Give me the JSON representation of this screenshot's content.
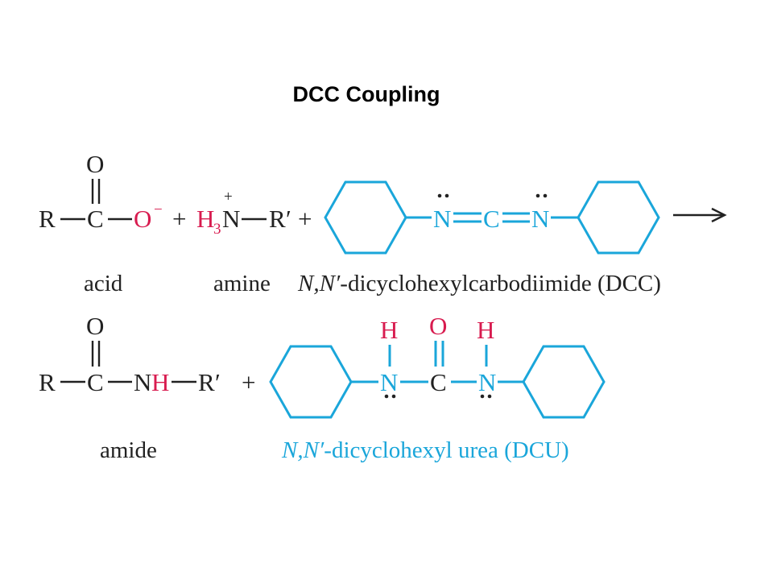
{
  "title": "DCC Coupling",
  "colors": {
    "reagent": "#1aa6da",
    "highlight": "#d81b4f",
    "text": "#222222"
  },
  "reaction1": {
    "R": "R",
    "C": "C",
    "O_double": "O",
    "O_minus": "O",
    "minus": "−",
    "plus1": "+",
    "H": "H",
    "sub3": "3",
    "N": "N",
    "charge_plus": "+",
    "R_prime": "R",
    "prime": "′",
    "plus2": "+",
    "dcc_N1": "N",
    "dcc_C": "C",
    "dcc_N2": "N",
    "labels": {
      "acid": "acid",
      "amine": "amine",
      "dcc_italic": "N,N′",
      "dcc_rest": "-dicyclohexylcarbodiimide (DCC)"
    }
  },
  "reaction2": {
    "R": "R",
    "C": "C",
    "O_double": "O",
    "N": "N",
    "H": "H",
    "R_prime": "R",
    "prime": "′",
    "plus": "+",
    "dcu_H1": "H",
    "dcu_O": "O",
    "dcu_H2": "H",
    "dcu_N1": "N",
    "dcu_C": "C",
    "dcu_N2": "N",
    "labels": {
      "amide": "amide",
      "dcu_italic": "N,N′",
      "dcu_rest": "-dicyclohexyl urea (DCU)"
    }
  }
}
